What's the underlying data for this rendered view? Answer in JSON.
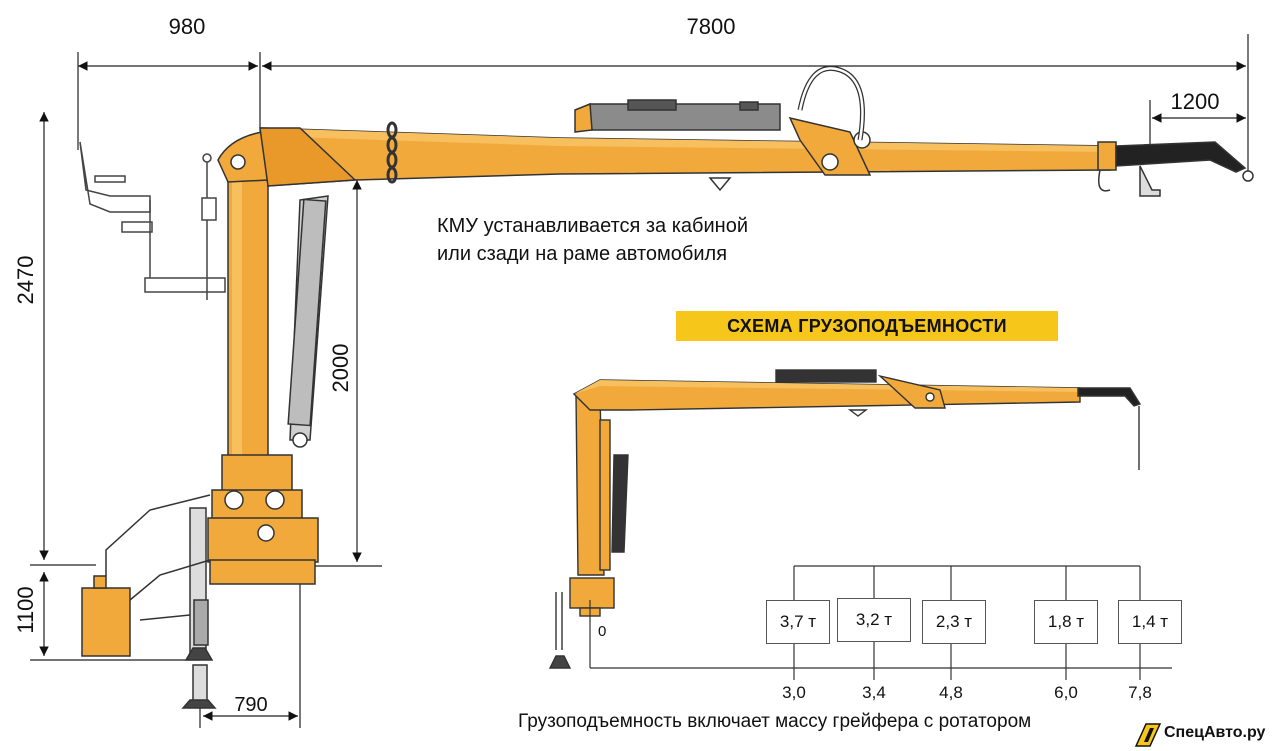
{
  "dimensions": {
    "d980": "980",
    "d7800": "7800",
    "d1200": "1200",
    "d2470": "2470",
    "d2000": "2000",
    "d1100": "1100",
    "d790": "790",
    "zero": "0"
  },
  "note": {
    "line1": "КМУ устанавливается за кабиной",
    "line2": "или сзади на раме автомобиля"
  },
  "scheme_title": "СХЕМА ГРУЗОПОДЪЕМНОСТИ",
  "capacity": [
    {
      "load": "3,7 т",
      "reach": "3,0"
    },
    {
      "load": "3,2 т",
      "reach": "3,4"
    },
    {
      "load": "2,3 т",
      "reach": "4,8"
    },
    {
      "load": "1,8 т",
      "reach": "6,0"
    },
    {
      "load": "1,4 т",
      "reach": "7,8"
    }
  ],
  "footnote": "Грузоподъемность включает массу грейфера с ротатором",
  "brand": "СпецАвто.ру",
  "colors": {
    "crane": "#f2a93b",
    "crane_dark": "#d98a1c",
    "cylinder": "#5a5a5a",
    "highlight": "#f7c61b",
    "line": "#222222"
  }
}
